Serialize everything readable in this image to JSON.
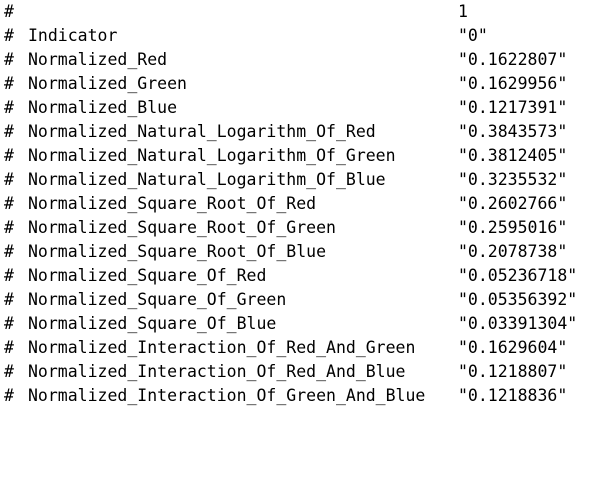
{
  "output": {
    "hash": "#",
    "column_header": "1",
    "rows": [
      {
        "name": "Indicator",
        "value": "\"0\""
      },
      {
        "name": "Normalized_Red",
        "value": "\"0.1622807\""
      },
      {
        "name": "Normalized_Green",
        "value": "\"0.1629956\""
      },
      {
        "name": "Normalized_Blue",
        "value": "\"0.1217391\""
      },
      {
        "name": "Normalized_Natural_Logarithm_Of_Red",
        "value": "\"0.3843573\""
      },
      {
        "name": "Normalized_Natural_Logarithm_Of_Green",
        "value": "\"0.3812405\""
      },
      {
        "name": "Normalized_Natural_Logarithm_Of_Blue",
        "value": "\"0.3235532\""
      },
      {
        "name": "Normalized_Square_Root_Of_Red",
        "value": "\"0.2602766\""
      },
      {
        "name": "Normalized_Square_Root_Of_Green",
        "value": "\"0.2595016\""
      },
      {
        "name": "Normalized_Square_Root_Of_Blue",
        "value": "\"0.2078738\""
      },
      {
        "name": "Normalized_Square_Of_Red",
        "value": "\"0.05236718\""
      },
      {
        "name": "Normalized_Square_Of_Green",
        "value": "\"0.05356392\""
      },
      {
        "name": "Normalized_Square_Of_Blue",
        "value": "\"0.03391304\""
      },
      {
        "name": "Normalized_Interaction_Of_Red_And_Green",
        "value": "\"0.1629604\""
      },
      {
        "name": "Normalized_Interaction_Of_Red_And_Blue",
        "value": "\"0.1218807\""
      },
      {
        "name": "Normalized_Interaction_Of_Green_And_Blue",
        "value": "\"0.1218836\""
      }
    ]
  }
}
